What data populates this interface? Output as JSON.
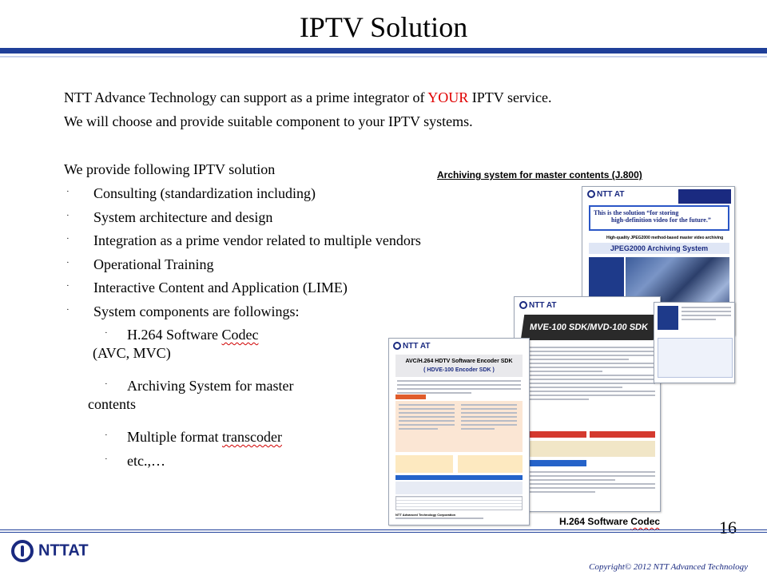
{
  "title": "IPTV Solution",
  "intro": {
    "line1_before": "NTT Advance Technology can support as a prime integrator of ",
    "line1_highlight": "YOUR",
    "line1_after": " IPTV service.",
    "line2": "We will choose and provide suitable component to your IPTV systems."
  },
  "list_heading": "We provide following IPTV solution",
  "bullet_glyph": "·",
  "bullets": [
    "Consulting (standardization including)",
    "System architecture and design",
    "Integration as a prime vendor related to multiple vendors",
    "Operational Training",
    "Interactive Content and Application (LIME)",
    "System components are followings:"
  ],
  "components": {
    "codec_line1_before": "H.264 Software ",
    "codec_line1_squiggle": "Codec",
    "codec_line2": "(AVC, MVC)",
    "archiving_line1": "Archiving System for master",
    "archiving_line2": "contents",
    "transcoder_before": "Multiple format ",
    "transcoder_squiggle": "transcoder",
    "etc": "etc.,…"
  },
  "captions": {
    "archiving": "Archiving system for master contents (J.800)",
    "codec_before": "H.264 Software ",
    "codec_squiggle": "Codec"
  },
  "brochures": {
    "archiving": {
      "logo": "NTT AT",
      "tagline1": "This is the solution “for storing",
      "tagline2": "high-definition video for the future.”",
      "subtitle": "High-quality JPEG2000 method-based master video archiving",
      "product": "JPEG2000 Archiving System"
    },
    "mvc": {
      "logo": "NTT AT",
      "product": "MVE-100 SDK/MVD-100 SDK"
    },
    "avc": {
      "logo": "NTT AT",
      "product_title": "AVC/H.264 HDTV Software Encoder SDK",
      "product_subtitle": "( HDVE-100 Encoder SDK )",
      "footer_company": "NTT Advanced Technology Corporation"
    }
  },
  "page_number": "16",
  "footer": {
    "logo_text": "NTTAT",
    "copyright": "Copyright© 2012 NTT Advanced Technology"
  },
  "colors": {
    "accent_blue": "#1f3f99",
    "highlight_red": "#e00000"
  }
}
